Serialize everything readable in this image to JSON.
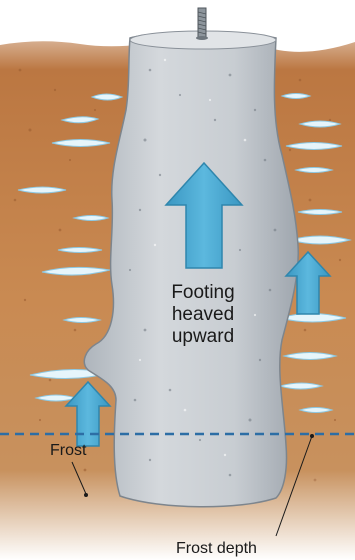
{
  "labels": {
    "main_line1": "Footing",
    "main_line2": "heaved",
    "main_line3": "upward",
    "frost": "Frost",
    "frost_depth": "Frost depth"
  },
  "colors": {
    "soil": "#c5834d",
    "soil_dark": "#a8683a",
    "concrete": "#c9ced3",
    "arrow": "#4aa8d0",
    "arrow_edge": "#2f86ad",
    "frost_line": "#2d6ea5",
    "ice": "#dff1f8"
  }
}
